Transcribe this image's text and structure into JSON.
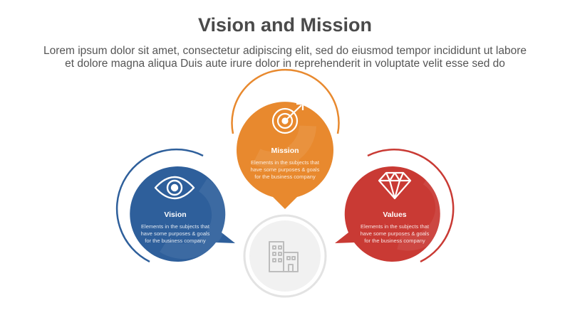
{
  "header": {
    "title": "Vision and Mission",
    "subtitle_lines": [
      "Lorem ipsum dolor sit amet, consectetur adipiscing elit, sed do eiusmod tempor incididunt ut labore",
      "et dolore magna aliqua Duis aute irure dolor in reprehenderit in voluptate velit esse sed do"
    ]
  },
  "items": [
    {
      "key": "vision",
      "label": "Vision",
      "desc_lines": [
        "Elements in the subjects that",
        "have some purposes & goals",
        "for the business company"
      ],
      "color": "#2e5f9b",
      "icon": "eye-icon"
    },
    {
      "key": "mission",
      "label": "Mission",
      "desc_lines": [
        "Elements in the subjects that",
        "have some purposes & goals",
        "for the business company"
      ],
      "color": "#e8892e",
      "icon": "target-icon"
    },
    {
      "key": "values",
      "label": "Values",
      "desc_lines": [
        "Elements in the subjects that",
        "have some purposes & goals",
        "for the business company"
      ],
      "color": "#c93a34",
      "icon": "diamond-icon"
    }
  ],
  "center": {
    "icon": "building-icon",
    "color": "#d9d9d9"
  }
}
